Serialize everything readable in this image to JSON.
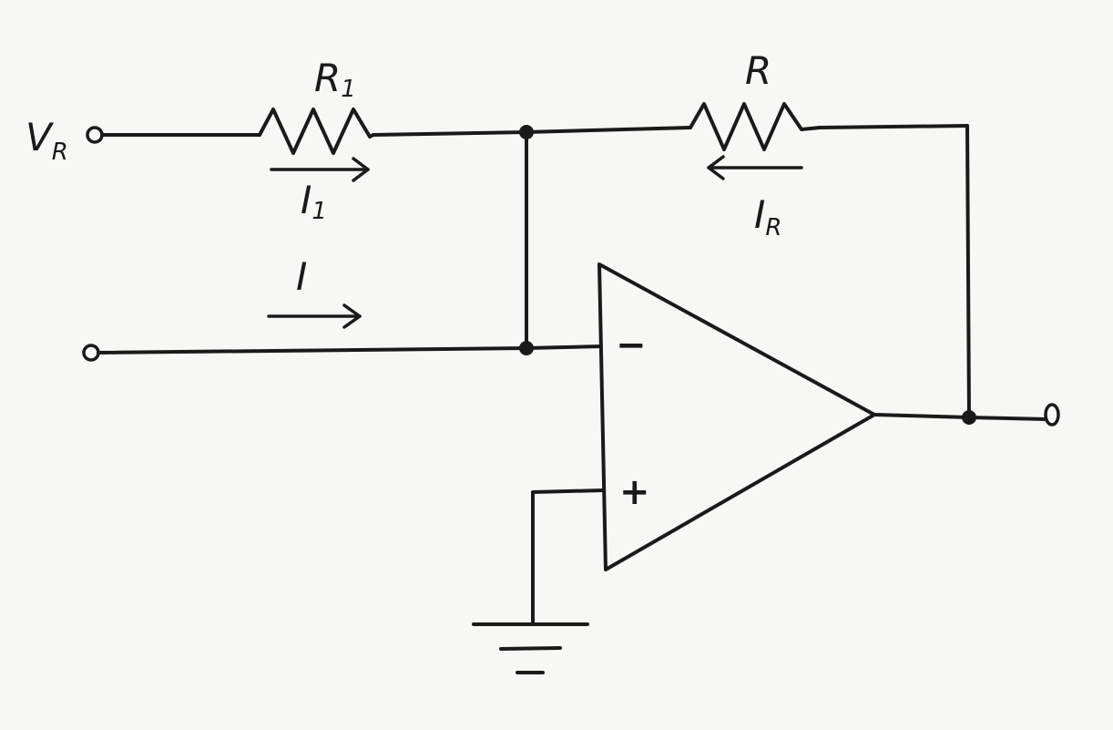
{
  "labels": {
    "input_voltage": "V",
    "input_voltage_sub": "R",
    "resistor_in": "R",
    "resistor_in_sub": "1",
    "resistor_feedback": "R",
    "current_in": "I",
    "current_in_sub": "1",
    "current_feedback": "I",
    "current_feedback_sub": "R",
    "current_main": "I",
    "inverting_sign": "−",
    "noninverting_sign": "+"
  }
}
